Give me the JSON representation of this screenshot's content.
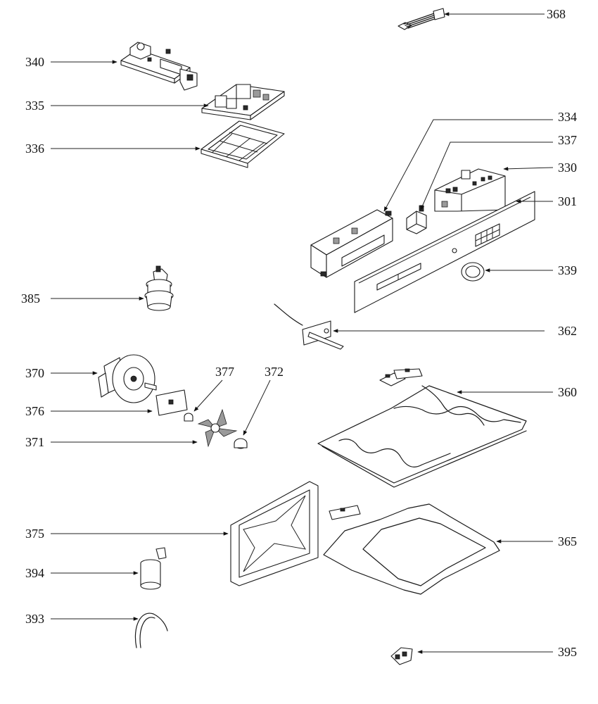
{
  "callouts": {
    "c301": "301",
    "c330": "330",
    "c334": "334",
    "c335": "335",
    "c336": "336",
    "c337": "337",
    "c339": "339",
    "c340": "340",
    "c360": "360",
    "c362": "362",
    "c365": "365",
    "c368": "368",
    "c370": "370",
    "c371": "371",
    "c372": "372",
    "c375": "375",
    "c376": "376",
    "c377": "377",
    "c385": "385",
    "c393": "393",
    "c394": "394",
    "c395": "395"
  }
}
